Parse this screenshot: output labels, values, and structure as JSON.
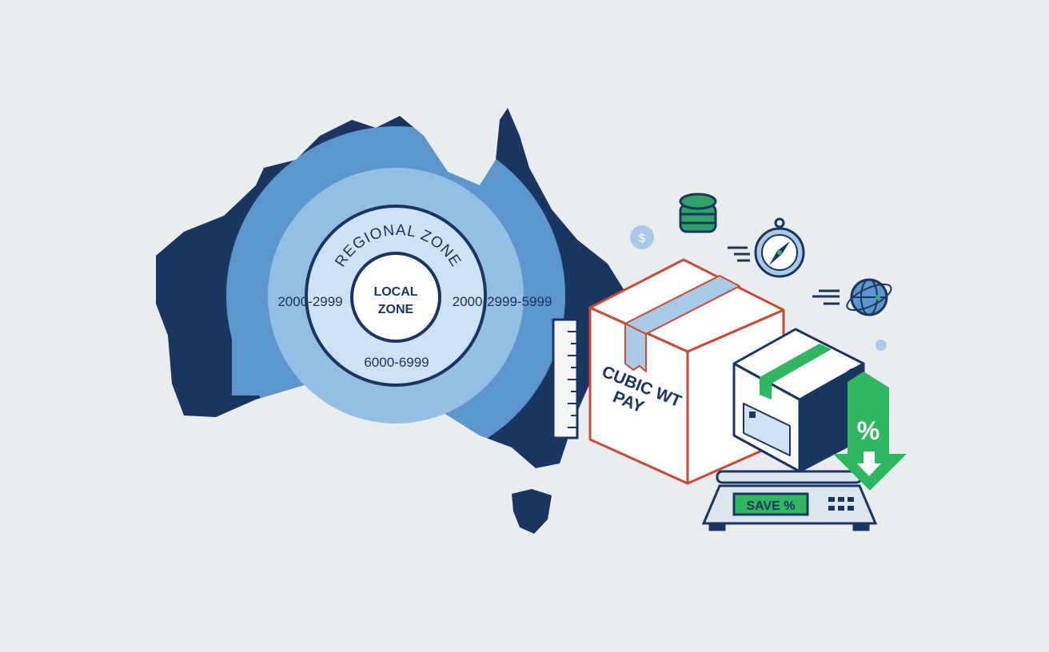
{
  "map": {
    "regional_zone_label": "REGIONAL ZONE",
    "local_zone_line1": "LOCAL",
    "local_zone_line2": "ZONE",
    "range_left": "2000-2999",
    "range_right": "2000-2999-5999",
    "range_bottom": "6000-6999"
  },
  "parcel": {
    "big_box_line1": "CUBIC WT",
    "big_box_line2": "PAY",
    "tag_symbol": "%",
    "scale_display": "SAVE %",
    "coin_symbol": "$"
  },
  "icons": [
    "dollar-coin-icon",
    "coin-stack-icon",
    "stopwatch-icon",
    "globe-icon",
    "ruler-icon",
    "discount-tag-icon",
    "scale-icon"
  ],
  "colors": {
    "background": "#e9edf0",
    "navy": "#1b3561",
    "mid_blue": "#5b97cc",
    "light_blue": "#92bfe3",
    "pale_blue": "#cde2f3",
    "box_red": "#c94a36",
    "green": "#2fb85f"
  }
}
